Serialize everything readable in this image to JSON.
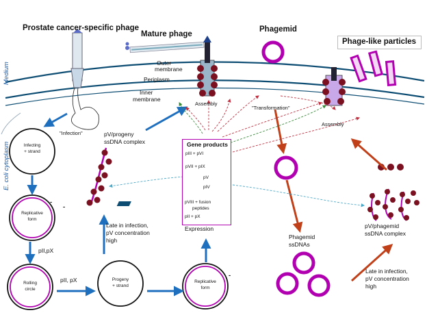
{
  "titles": {
    "prostate_phage": "Prostate cancer-specific phage",
    "mature_phage": "Mature phage",
    "phagemid": "Phagemid",
    "phage_like_particles": "Phage-like particles"
  },
  "compartments": {
    "medium": "Medium",
    "cytoplasm": "E. coli cytoplasm",
    "outer_membrane": "Outer membrane",
    "periplasm": "Periplasm",
    "inner_membrane": "Inner membrane"
  },
  "labels": {
    "infection": "\"Infection\"",
    "transformation": "\"Transformation\"",
    "assembly_left": "Assembly",
    "assembly_right": "Assembly",
    "expression": "Expression",
    "pv_progeny_complex_1": "pV/progeny",
    "pv_progeny_complex_2": "ssDNA complex",
    "late_infection_left_1": "Late in infection,",
    "late_infection_left_2": "pV concentration",
    "late_infection_left_3": "high",
    "late_infection_right_1": "Late in infection,",
    "late_infection_right_2": "pV concentration",
    "late_infection_right_3": "high",
    "pv_phagemid_complex_1": "pV/phagemid",
    "pv_phagemid_complex_2": "ssDNA complex",
    "phagemid_ssdnas_1": "Phagemid",
    "phagemid_ssdnas_2": "ssDNAs",
    "pii_px_down": "pII,pX",
    "pii_px_right": "pII, pX",
    "minus_1": "-",
    "minus_2": "-",
    "minus_3": "-"
  },
  "circles": {
    "infecting_1": "Infecting",
    "infecting_2": "+ strand",
    "replicative_1": "Replicative",
    "replicative_2": "form",
    "rolling_1": "Rolling",
    "rolling_2": "circle",
    "progeny_1": "Progeny",
    "progeny_2": "+ strand",
    "replicative_b_1": "Replicative",
    "replicative_b_2": "form"
  },
  "gene_products": {
    "title": "Gene products",
    "items": [
      "pIII + pVI",
      "pVII + pIX",
      "pV",
      "pIV",
      "pVIII + fusion",
      "peptides",
      "pII + pX"
    ]
  },
  "colors": {
    "blue_arrow": "#1f6fbf",
    "orange_arrow": "#c0401a",
    "magenta": "#b000b0",
    "dark_red": "#7a1020",
    "membrane": "#0d4d73"
  }
}
